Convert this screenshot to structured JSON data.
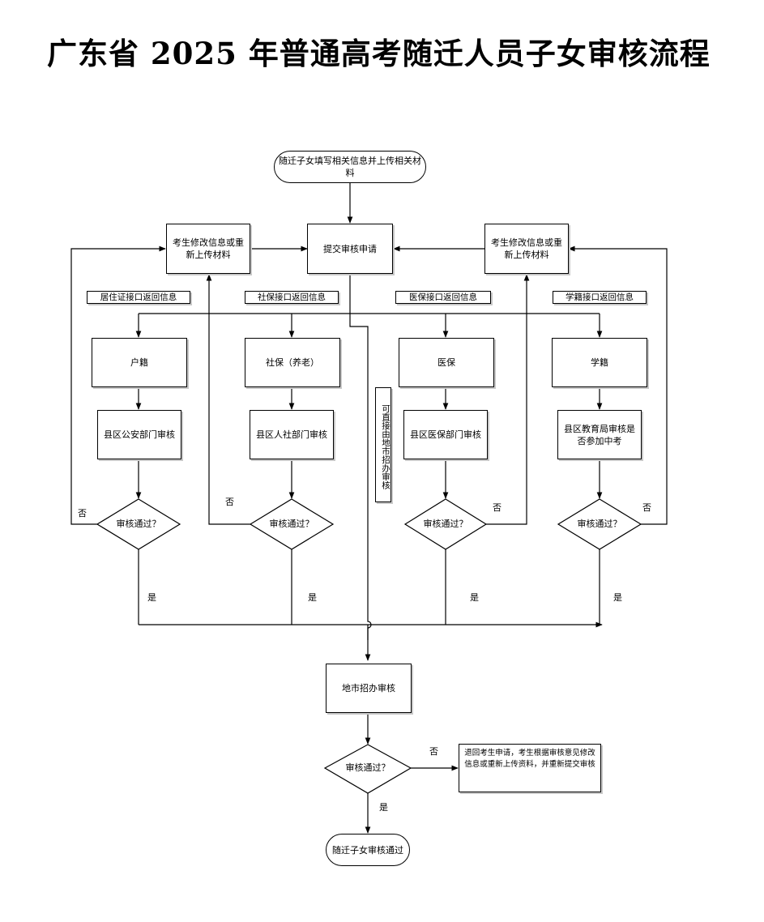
{
  "title": "广东省 2025 年普通高考随迁人员子女审核流程",
  "start": "随迁子女填写相关信息并上传相关材料",
  "submit": "提交审核申请",
  "modify_left": "考生修改信息或重新上传材料",
  "modify_right": "考生修改信息或重新上传材料",
  "interfaces": [
    "居住证接口返回信息",
    "社保接口返回信息",
    "医保接口返回信息",
    "学籍接口返回信息"
  ],
  "categories": [
    "户籍",
    "社保（养老）",
    "医保",
    "学籍"
  ],
  "departments": [
    "县区公安部门审核",
    "县区人社部门审核",
    "县区医保部门审核",
    "县区教育局审核是否参加中考"
  ],
  "decision": "审核通过？",
  "yes": "是",
  "no": "否",
  "direct": "可直接由地市招办审核",
  "city_review": "地市招办审核",
  "final_decision": "审核通过？",
  "return_note": "退回考生申请，考生根据审核意见修改信息或重新上传资料，并重新提交审核",
  "end": "随迁子女审核通过"
}
